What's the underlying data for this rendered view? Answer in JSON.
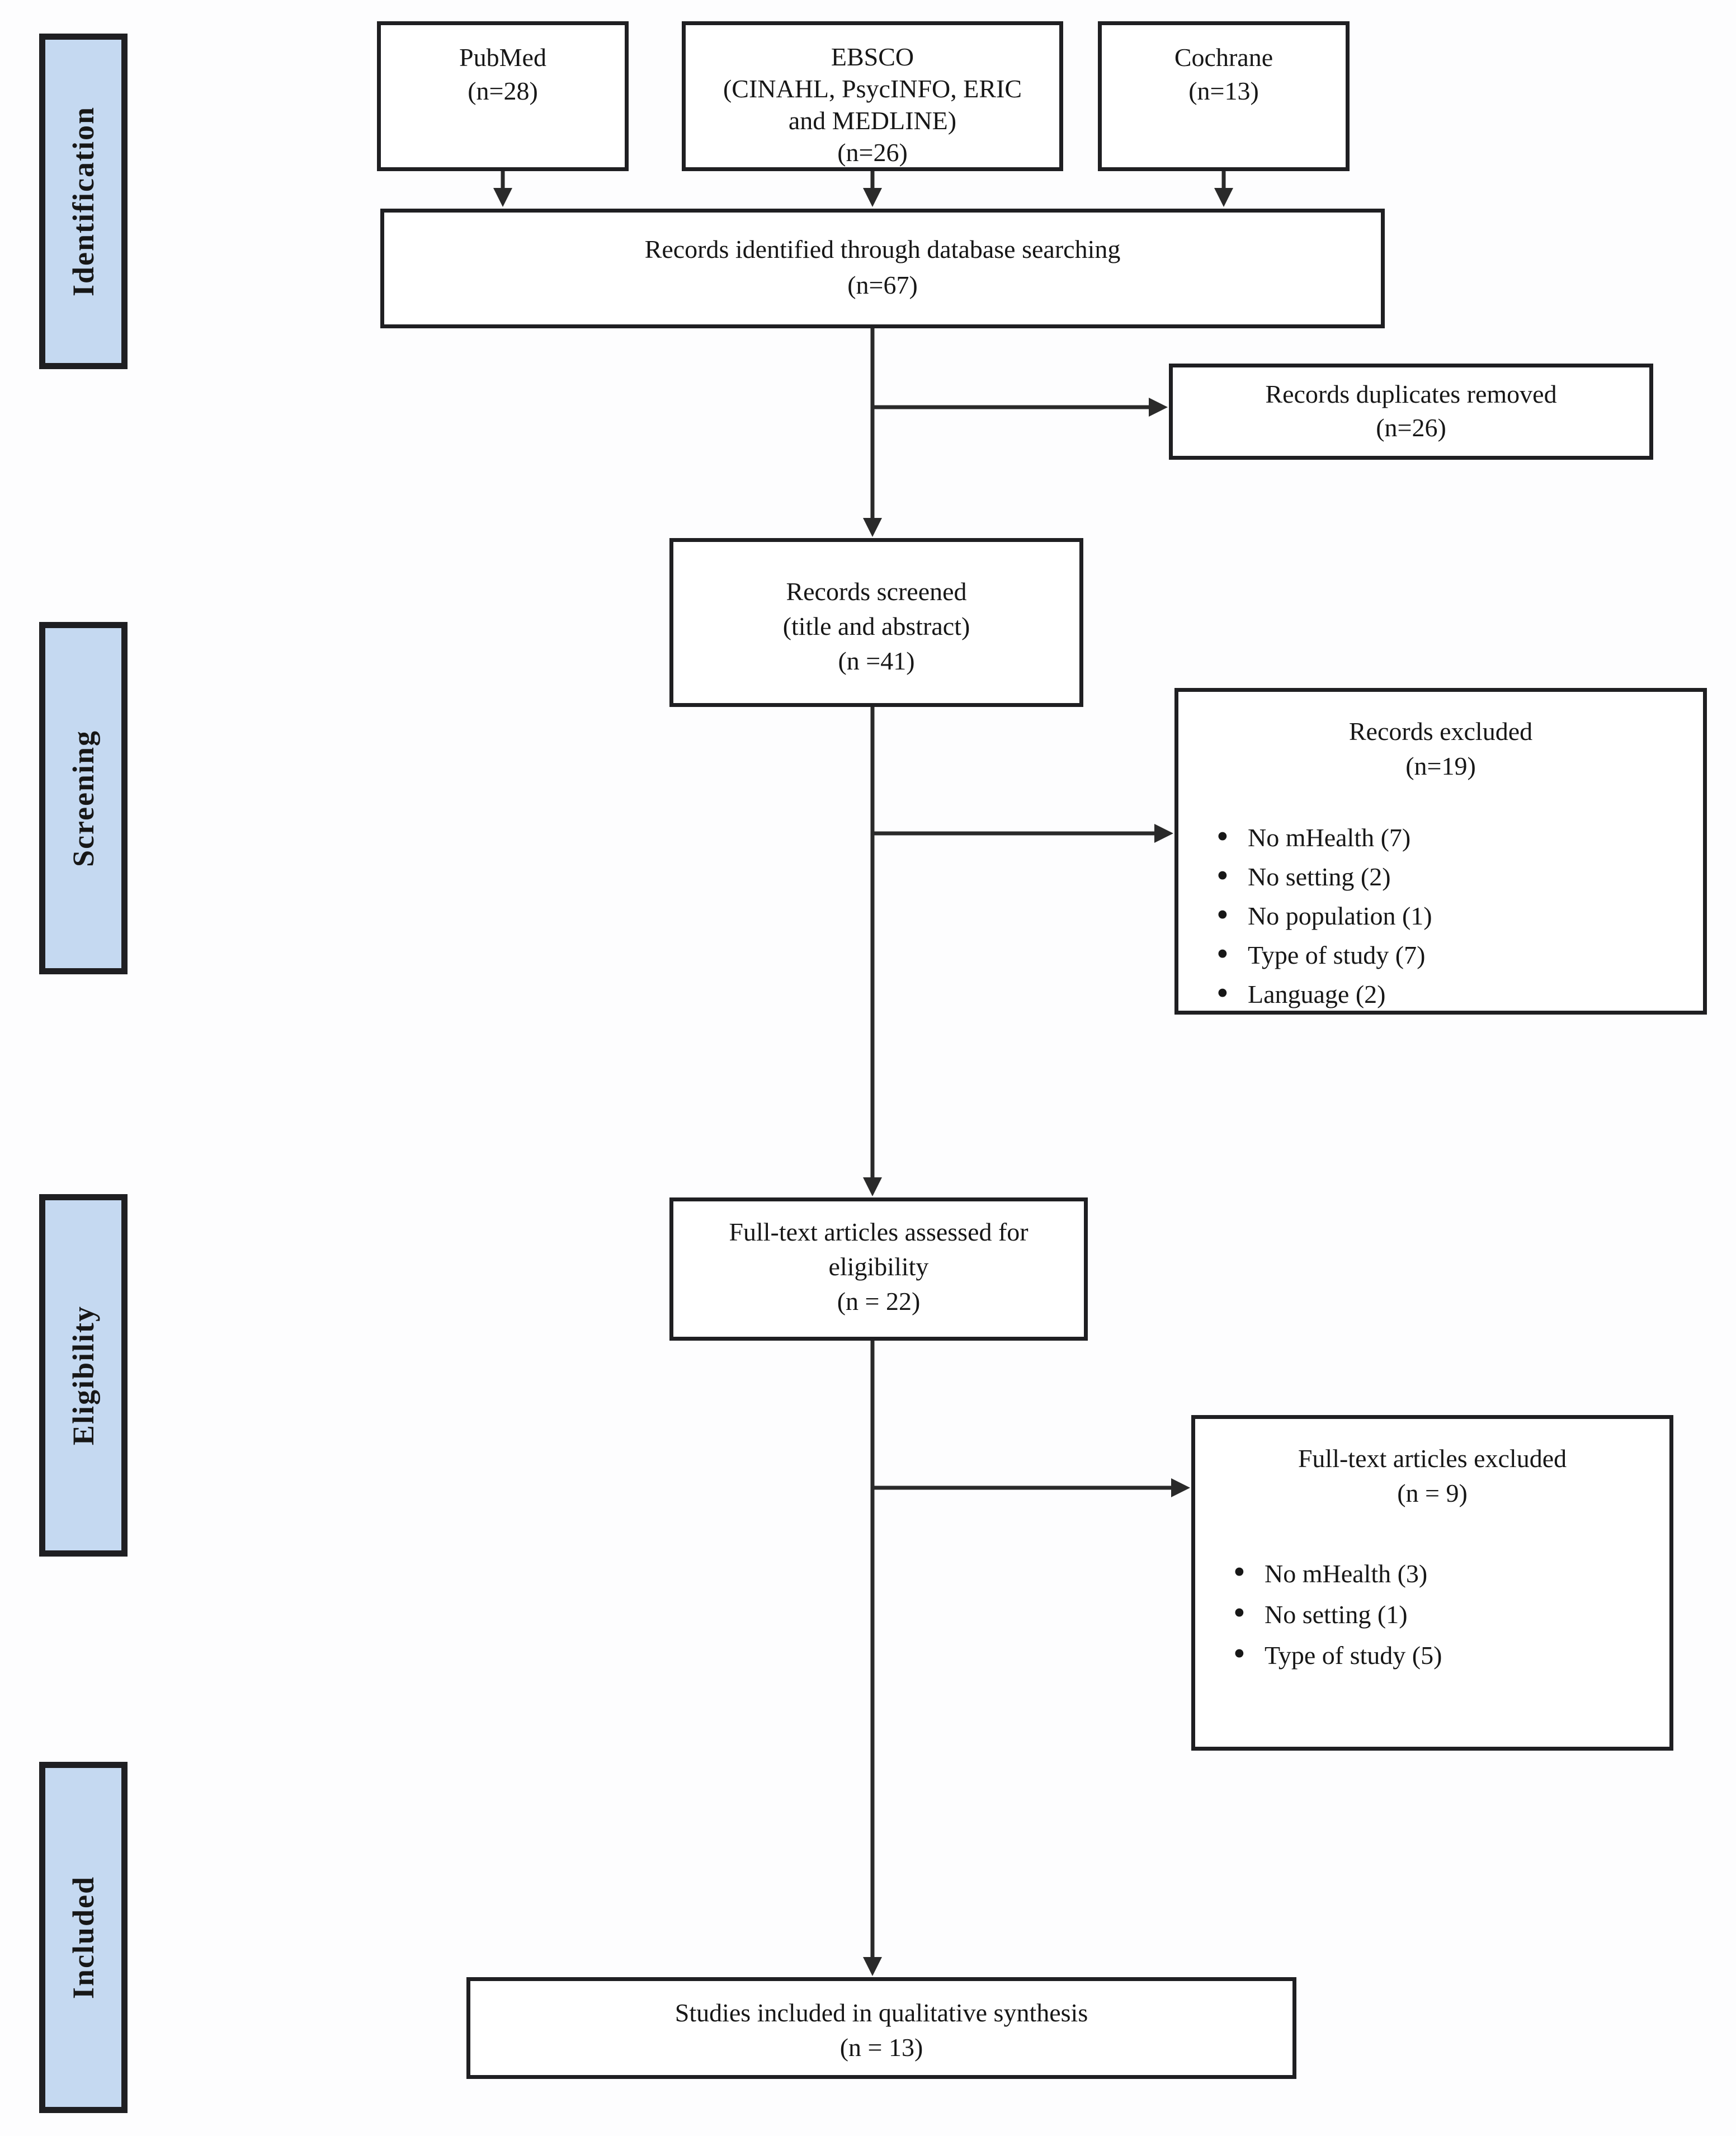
{
  "stages": {
    "identification": "Identification",
    "screening": "Screening",
    "eligibility": "Eligibility",
    "included": "Included"
  },
  "sources": {
    "pubmed": {
      "lines": [
        "PubMed",
        "(n=28)"
      ]
    },
    "ebsco": {
      "lines": [
        "EBSCO",
        "(CINAHL, PsycINFO, ERIC",
        "and MEDLINE)",
        "(n=26)"
      ]
    },
    "cochrane": {
      "lines": [
        "Cochrane",
        "(n=13)"
      ]
    }
  },
  "flow": {
    "records_identified": {
      "lines": [
        "Records identified through database searching",
        "(n=67)"
      ]
    },
    "duplicates_removed": {
      "lines": [
        "Records duplicates removed",
        "(n=26)"
      ]
    },
    "records_screened": {
      "lines": [
        "Records screened",
        "(title and abstract)",
        "(n =41)"
      ]
    },
    "records_excluded": {
      "title": "Records excluded",
      "count": "(n=19)",
      "reasons": [
        "No mHealth (7)",
        "No setting (2)",
        "No population (1)",
        "Type of study (7)",
        "Language (2)"
      ]
    },
    "fulltext_assessed": {
      "lines": [
        "Full-text articles assessed for",
        "eligibility",
        "(n = 22)"
      ]
    },
    "fulltext_excluded": {
      "title": "Full-text articles excluded",
      "count": "(n = 9)",
      "reasons": [
        "No mHealth (3)",
        "No setting (1)",
        "Type of study (5)"
      ]
    },
    "studies_included": {
      "lines": [
        "Studies included in qualitative synthesis",
        "(n = 13)"
      ]
    }
  },
  "colors": {
    "stage_fill": "#c5d9f1",
    "border": "#1f1f22",
    "line": "#2a2a2a",
    "box_fill": "#ffffff",
    "text": "#171717",
    "background": "#fdfdfe"
  }
}
